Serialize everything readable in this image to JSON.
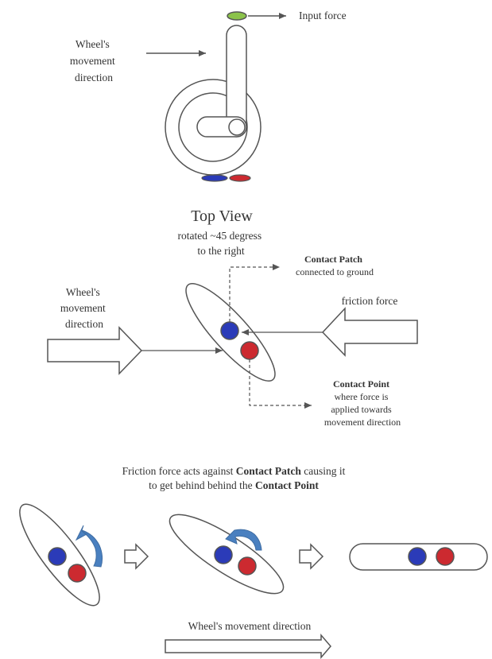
{
  "side_view": {
    "input_force": "Input force",
    "wheel_direction": [
      "Wheel's",
      "movement",
      "direction"
    ]
  },
  "top_view": {
    "title": "Top View",
    "subtitle": [
      "rotated ~45 degress",
      "to the right"
    ],
    "wheel_direction": [
      "Wheel's",
      "movement",
      "direction"
    ],
    "friction_force": "friction force",
    "contact_patch": {
      "title": "Contact Patch",
      "desc": "connected to ground"
    },
    "contact_point": {
      "title": "Contact Point",
      "desc": [
        "where force is",
        "applied towards",
        "movement direction"
      ]
    }
  },
  "explanation": {
    "line1_prefix": "Friction force acts against ",
    "line1_bold": "Contact Patch",
    "line1_suffix": " causing it",
    "line2_prefix": "to get behind behind the ",
    "line2_bold": "Contact Point"
  },
  "bottom_label": "Wheel's movement direction",
  "colors": {
    "stroke": "#555555",
    "contact_patch": "#2b3bb8",
    "contact_point": "#cc2a30",
    "input_force": "#8bc34a",
    "rotation_arrow": "#4a80c0"
  }
}
